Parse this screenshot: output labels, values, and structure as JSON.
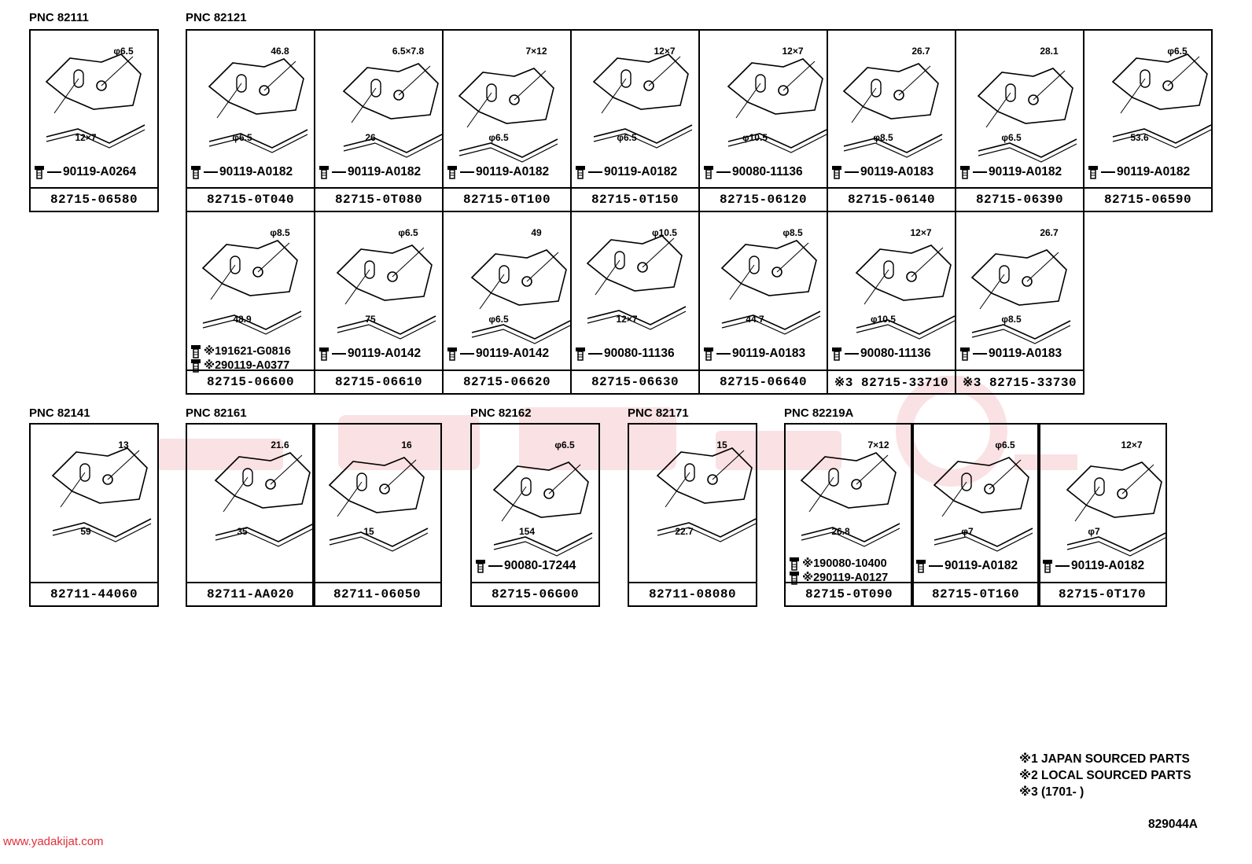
{
  "groups": [
    {
      "label": "PNC 82111"
    },
    {
      "label": "PNC 82121"
    },
    {
      "label": "PNC 82141"
    },
    {
      "label": "PNC 82161"
    },
    {
      "label": "PNC 82162"
    },
    {
      "label": "PNC 82171"
    },
    {
      "label": "PNC 82219A"
    }
  ],
  "cells": [
    {
      "part": "82715-06580",
      "screw": "90119-A0264",
      "dims": [
        "φ6.5",
        "12×7"
      ]
    },
    {
      "part": "82715-0T040",
      "screw": "90119-A0182",
      "dims": [
        "46.8",
        "φ6.5"
      ]
    },
    {
      "part": "82715-0T080",
      "screw": "90119-A0182",
      "dims": [
        "6.5×7.8",
        "26"
      ]
    },
    {
      "part": "82715-0T100",
      "screw": "90119-A0182",
      "dims": [
        "7×12",
        "φ6.5"
      ]
    },
    {
      "part": "82715-0T150",
      "screw": "90119-A0182",
      "dims": [
        "12×7",
        "φ6.5"
      ]
    },
    {
      "part": "82715-06120",
      "screw": "90080-11136",
      "dims": [
        "12×7",
        "φ10.5"
      ]
    },
    {
      "part": "82715-06140",
      "screw": "90119-A0183",
      "dims": [
        "26.7",
        "φ8.5"
      ]
    },
    {
      "part": "82715-06390",
      "screw": "90119-A0182",
      "dims": [
        "28.1",
        "φ6.5"
      ]
    },
    {
      "part": "82715-06590",
      "screw": "90119-A0182",
      "dims": [
        "φ6.5",
        "53.6"
      ]
    },
    {
      "part": "82715-06600",
      "screw": "※191621-G0816",
      "screw2": "※290119-A0377",
      "dims": [
        "φ8.5",
        "48.9"
      ]
    },
    {
      "part": "82715-06610",
      "screw": "90119-A0142",
      "dims": [
        "φ6.5",
        "75"
      ]
    },
    {
      "part": "82715-06620",
      "screw": "90119-A0142",
      "dims": [
        "49",
        "φ6.5"
      ]
    },
    {
      "part": "82715-06630",
      "screw": "90080-11136",
      "dims": [
        "φ10.5",
        "12×7"
      ]
    },
    {
      "part": "82715-06640",
      "screw": "90119-A0183",
      "dims": [
        "φ8.5",
        "44.7"
      ]
    },
    {
      "part": "※3 82715-33710",
      "screw": "90080-11136",
      "dims": [
        "12×7",
        "φ10.5"
      ]
    },
    {
      "part": "※3 82715-33730",
      "screw": "90119-A0183",
      "dims": [
        "26.7",
        "φ8.5"
      ]
    },
    {
      "part": "82711-44060",
      "screw": "",
      "dims": [
        "13",
        "59"
      ]
    },
    {
      "part": "82711-AA020",
      "screw": "",
      "dims": [
        "21.6",
        "35"
      ]
    },
    {
      "part": "82711-06050",
      "screw": "",
      "dims": [
        "16",
        "15"
      ]
    },
    {
      "part": "82715-06G00",
      "screw": "90080-17244",
      "dims": [
        "φ6.5",
        "154"
      ]
    },
    {
      "part": "82711-08080",
      "screw": "",
      "dims": [
        "15",
        "22.7"
      ]
    },
    {
      "part": "82715-0T090",
      "screw": "※190080-10400",
      "screw2": "※290119-A0127",
      "dims": [
        "7×12",
        "26.8"
      ]
    },
    {
      "part": "82715-0T160",
      "screw": "90119-A0182",
      "dims": [
        "φ6.5",
        "φ7"
      ]
    },
    {
      "part": "82715-0T170",
      "screw": "90119-A0182",
      "dims": [
        "12×7",
        "φ7"
      ]
    }
  ],
  "legend": [
    "※1 JAPAN SOURCED PARTS",
    "※2 LOCAL SOURCED PARTS",
    "※3 (1701-        )"
  ],
  "diagram_code": "829044A",
  "website": "www.yadakijat.com"
}
